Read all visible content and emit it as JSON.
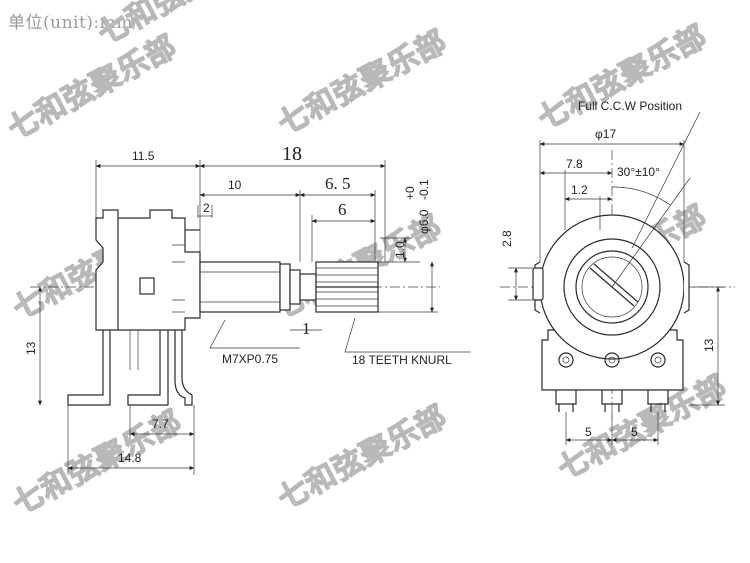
{
  "unit_label": "单位(unit):mm",
  "watermark": "七和弦聚乐部",
  "side_view": {
    "dim_total_length": "18",
    "dim_body_length": "11.5",
    "dim_bushing": "10",
    "dim_shaft_65": "6. 5",
    "dim_knurl": "6",
    "dim_small_2": "2",
    "dim_1_0": "1.0",
    "dim_1": "1",
    "dim_shaft_dia": "φ6.0",
    "dim_tol_upper": "+0",
    "dim_tol_lower": "-0.1",
    "dim_height": "13",
    "dim_pin_7_7": "7.7",
    "dim_width_14_8": "14.8",
    "label_thread": "M7XP0.75",
    "label_knurl": "18 TEETH KNURL"
  },
  "front_view": {
    "label_position": "Full C.C.W Position",
    "dim_dia_17": "φ17",
    "dim_7_8": "7.8",
    "dim_angle": "30°±10°",
    "dim_1_2": "1.2",
    "dim_2_8": "2.8",
    "dim_height": "13",
    "dim_pitch_left": "5",
    "dim_pitch_right": "5"
  }
}
